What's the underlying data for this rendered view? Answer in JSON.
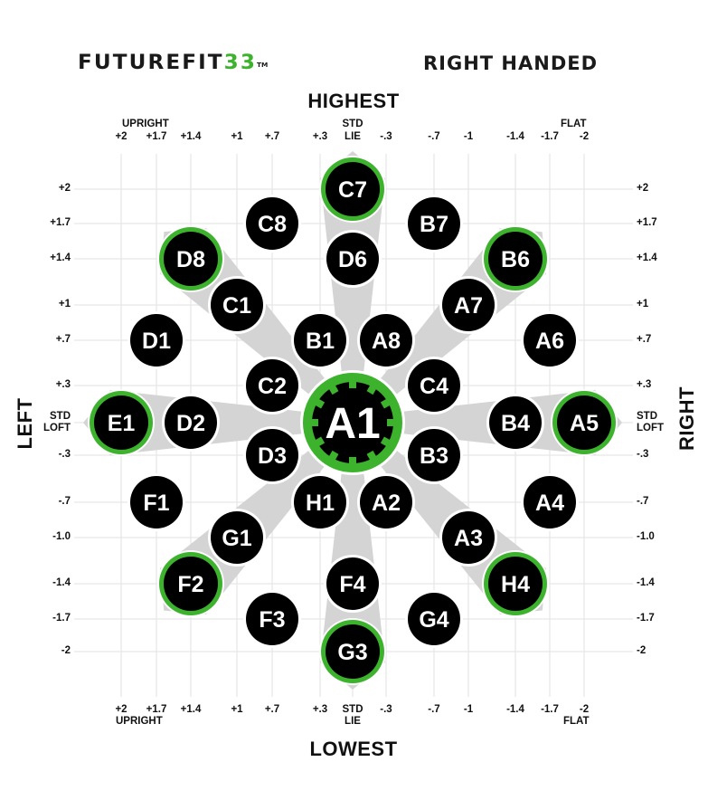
{
  "header": {
    "brand_text": "FUTUREFIT",
    "brand_number": "33",
    "brand_tm": "TM",
    "orientation": "RIGHT HANDED"
  },
  "axes": {
    "top_title": "HIGHEST",
    "bottom_title": "LOWEST",
    "left_title": "LEFT",
    "right_title": "RIGHT",
    "top_left_caption": "UPRIGHT",
    "top_right_caption": "FLAT",
    "std_lie_line1": "STD",
    "std_lie_line2": "LIE",
    "std_loft_line1": "STD",
    "std_loft_line2": "LOFT",
    "x_ticks": [
      "+2",
      "+1.7",
      "+1.4",
      "+1",
      "+.7",
      "+.3",
      "",
      "-.3",
      "-.7",
      "-1",
      "-1.4",
      "-1.7",
      "-2"
    ],
    "y_ticks": [
      "+2",
      "+1.7",
      "+1.4",
      "+1",
      "+.7",
      "+.3",
      "",
      "-.3",
      "-.7",
      "-1.0",
      "-1.4",
      "-1.7",
      "-2"
    ]
  },
  "colors": {
    "accent_green": "#3cb22d",
    "chip_fill": "#000000",
    "ray_gray": "#d4d4d4",
    "grid": "#e6e6e6"
  },
  "chart_data": {
    "type": "scatter",
    "title": "FUTUREFIT33 Hosel Setting Chart - RIGHT HANDED",
    "xlabel": "Lie (UPRIGHT +2 ... STD LIE ... FLAT -2)",
    "ylabel": "Loft (LEFT/RIGHT axis: +2 ... STD LOFT ... -2)",
    "top_label": "HIGHEST",
    "bottom_label": "LOWEST",
    "left_label": "LEFT",
    "right_label": "RIGHT",
    "x_ticks": [
      2,
      1.7,
      1.4,
      1,
      0.7,
      0.3,
      0,
      -0.3,
      -0.7,
      -1,
      -1.4,
      -1.7,
      -2
    ],
    "y_ticks": [
      2,
      1.7,
      1.4,
      1,
      0.7,
      0.3,
      0,
      -0.3,
      -0.7,
      -1.0,
      -1.4,
      -1.7,
      -2
    ],
    "xlim": [
      2,
      -2
    ],
    "ylim": [
      -2,
      2
    ],
    "grid": true,
    "points": [
      {
        "label": "A1",
        "x": 0,
        "y": 0,
        "highlight": true,
        "center": true
      },
      {
        "label": "C7",
        "x": 0,
        "y": 2,
        "highlight": true
      },
      {
        "label": "C8",
        "x": 0.7,
        "y": 1.7,
        "highlight": false
      },
      {
        "label": "B7",
        "x": -0.7,
        "y": 1.7,
        "highlight": false
      },
      {
        "label": "D8",
        "x": 1.4,
        "y": 1.4,
        "highlight": true
      },
      {
        "label": "D6",
        "x": 0,
        "y": 1.4,
        "highlight": false
      },
      {
        "label": "B6",
        "x": -1.4,
        "y": 1.4,
        "highlight": true
      },
      {
        "label": "C1",
        "x": 1,
        "y": 1,
        "highlight": false
      },
      {
        "label": "A7",
        "x": -1,
        "y": 1,
        "highlight": false
      },
      {
        "label": "D1",
        "x": 1.7,
        "y": 0.7,
        "highlight": false
      },
      {
        "label": "B1",
        "x": 0.3,
        "y": 0.7,
        "highlight": false
      },
      {
        "label": "A8",
        "x": -0.3,
        "y": 0.7,
        "highlight": false
      },
      {
        "label": "A6",
        "x": -1.7,
        "y": 0.7,
        "highlight": false
      },
      {
        "label": "C2",
        "x": 0.7,
        "y": 0.3,
        "highlight": false
      },
      {
        "label": "C4",
        "x": -0.7,
        "y": 0.3,
        "highlight": false
      },
      {
        "label": "E1",
        "x": 2,
        "y": 0,
        "highlight": true
      },
      {
        "label": "D2",
        "x": 1.4,
        "y": 0,
        "highlight": false
      },
      {
        "label": "B4",
        "x": -1.4,
        "y": 0,
        "highlight": false
      },
      {
        "label": "A5",
        "x": -2,
        "y": 0,
        "highlight": true
      },
      {
        "label": "D3",
        "x": 0.7,
        "y": -0.3,
        "highlight": false
      },
      {
        "label": "B3",
        "x": -0.7,
        "y": -0.3,
        "highlight": false
      },
      {
        "label": "F1",
        "x": 1.7,
        "y": -0.7,
        "highlight": false
      },
      {
        "label": "H1",
        "x": 0.3,
        "y": -0.7,
        "highlight": false
      },
      {
        "label": "A2",
        "x": -0.3,
        "y": -0.7,
        "highlight": false
      },
      {
        "label": "A4",
        "x": -1.7,
        "y": -0.7,
        "highlight": false
      },
      {
        "label": "G1",
        "x": 1,
        "y": -1,
        "highlight": false
      },
      {
        "label": "A3",
        "x": -1,
        "y": -1,
        "highlight": false
      },
      {
        "label": "F2",
        "x": 1.4,
        "y": -1.4,
        "highlight": true
      },
      {
        "label": "F4",
        "x": 0,
        "y": -1.4,
        "highlight": false
      },
      {
        "label": "H4",
        "x": -1.4,
        "y": -1.4,
        "highlight": true
      },
      {
        "label": "F3",
        "x": 0.7,
        "y": -1.7,
        "highlight": false
      },
      {
        "label": "G4",
        "x": -0.7,
        "y": -1.7,
        "highlight": false
      },
      {
        "label": "G3",
        "x": 0,
        "y": -2,
        "highlight": true
      }
    ]
  }
}
